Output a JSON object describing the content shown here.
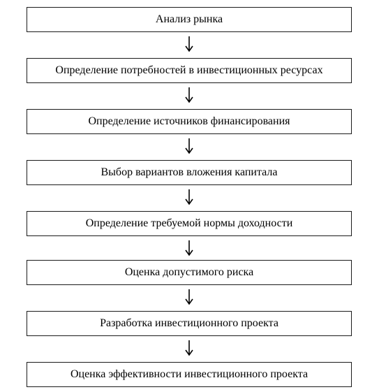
{
  "diagram": {
    "steps": [
      "Анализ рынка",
      "Определение потребностей в инвестиционных ресурсах",
      "Определение источников финансирования",
      "Выбор вариантов вложения капитала",
      "Определение требуемой нормы доходности",
      "Оценка допустимого риска",
      "Разработка инвестиционного проекта",
      "Оценка эффективности инвестиционного проекта"
    ],
    "colors": {
      "border": "#1a1a1a",
      "text": "#000000",
      "background": "#ffffff"
    }
  }
}
